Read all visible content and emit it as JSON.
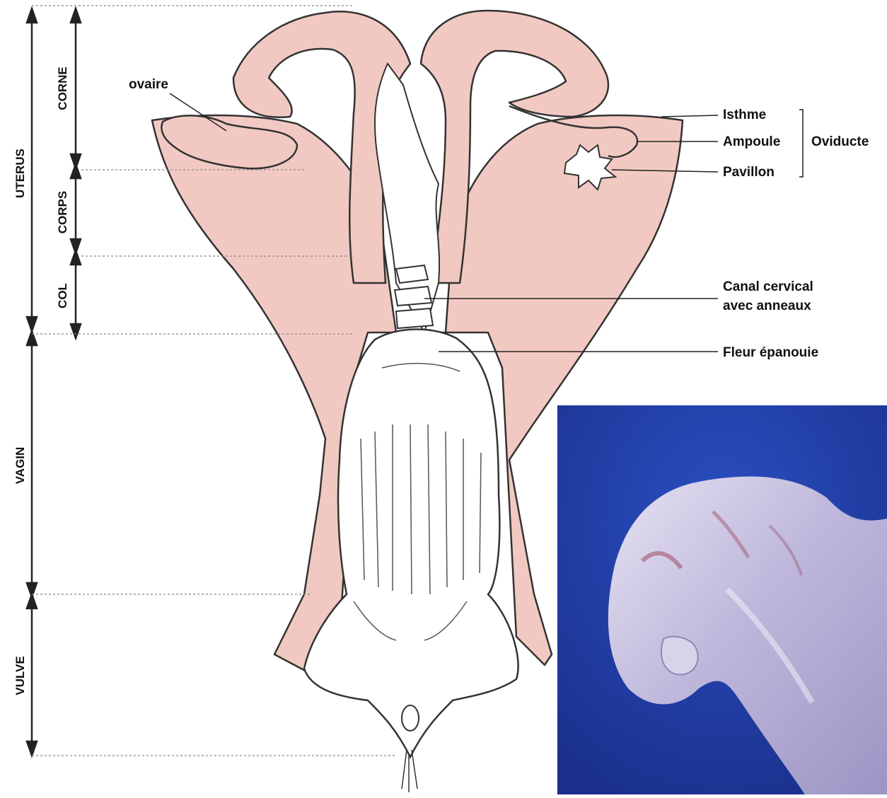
{
  "structure_labels": {
    "uterus": "UTERUS",
    "corne": "CORNE",
    "corps": "CORPS",
    "col": "COL",
    "vagin": "VAGIN",
    "vulve": "VULVE"
  },
  "annotations": {
    "ovaire": "ovaire",
    "isthme": "Isthme",
    "ampoule": "Ampoule",
    "pavillon": "Pavillon",
    "oviducte": "Oviducte",
    "canal_line1": "Canal cervical",
    "canal_line2": "avec anneaux",
    "fleur": "Fleur épanouie"
  },
  "colors": {
    "tissue": "#f2c9c2",
    "outline": "#333333",
    "photo_background": "#1d3a9c",
    "photo_tissue": "#c9c4de"
  }
}
